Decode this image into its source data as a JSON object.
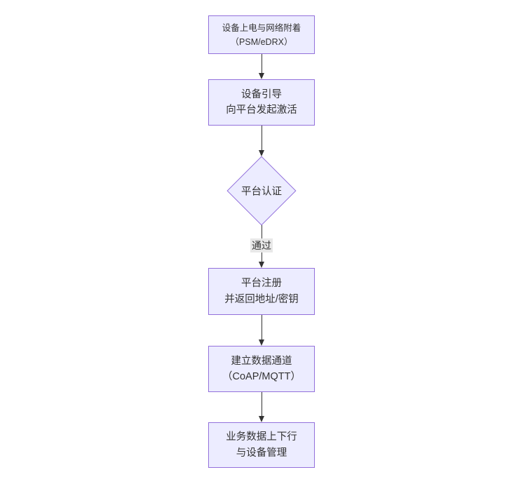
{
  "diagram": {
    "type": "flowchart-vertical",
    "colors": {
      "background": "#ffffff",
      "node_fill": "#ECECFF",
      "node_border": "#9370DB",
      "text": "#333333",
      "arrow": "#333333",
      "edge_label_bg": "#e8e8e8"
    },
    "nodes": [
      {
        "id": "power-attach",
        "shape": "rect",
        "lines": [
          "设备上电与网络附着",
          "（PSM/eDRX）"
        ]
      },
      {
        "id": "bootstrap",
        "shape": "rect",
        "lines": [
          "设备引导",
          "向平台发起激活"
        ]
      },
      {
        "id": "platform-auth",
        "shape": "diamond",
        "lines": [
          "平台认证"
        ]
      },
      {
        "id": "register",
        "shape": "rect",
        "lines": [
          "平台注册",
          "并返回地址/密钥"
        ]
      },
      {
        "id": "data-channel",
        "shape": "rect",
        "lines": [
          "建立数据通道",
          "（CoAP/MQTT）"
        ]
      },
      {
        "id": "business",
        "shape": "rect",
        "lines": [
          "业务数据上下行",
          "与设备管理"
        ]
      }
    ],
    "edges": [
      {
        "from": "power-attach",
        "to": "bootstrap",
        "label": ""
      },
      {
        "from": "bootstrap",
        "to": "platform-auth",
        "label": ""
      },
      {
        "from": "platform-auth",
        "to": "register",
        "label": "通过"
      },
      {
        "from": "register",
        "to": "data-channel",
        "label": ""
      },
      {
        "from": "data-channel",
        "to": "business",
        "label": ""
      }
    ]
  }
}
